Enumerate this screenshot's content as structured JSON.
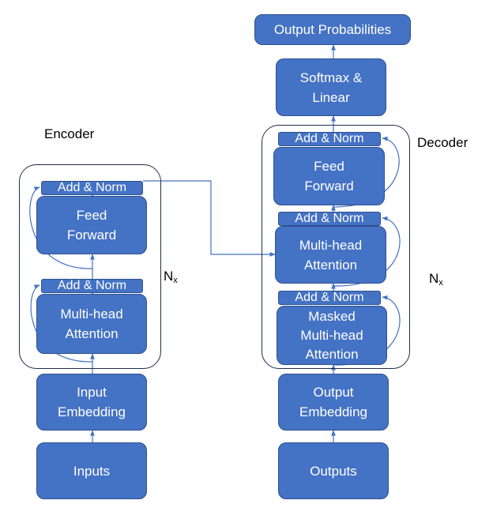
{
  "encoder": {
    "title": "Encoder",
    "repeat_main": "N",
    "repeat_sub": "x",
    "add_norm_top": "Add & Norm",
    "feed_forward": "Feed\nForward",
    "add_norm_bottom": "Add & Norm",
    "attention": "Multi-head\nAttention",
    "embedding": "Input\nEmbedding",
    "inputs": "Inputs"
  },
  "decoder": {
    "title": "Decoder",
    "repeat_main": "N",
    "repeat_sub": "x",
    "add_norm_top": "Add & Norm",
    "feed_forward": "Feed\nForward",
    "add_norm_middle": "Add & Norm",
    "attention": "Multi-head\nAttention",
    "add_norm_bottom": "Add & Norm",
    "masked_attention": "Masked\nMulti-head\nAttention",
    "embedding": "Output\nEmbedding",
    "outputs": "Outputs"
  },
  "head": {
    "softmax": "Softmax &\nLinear",
    "output_probabilities": "Output Probabilities"
  },
  "colors": {
    "block_fill": "#4472c4",
    "block_border": "#2f528f",
    "frame_border": "#1f2d4a",
    "arrow": "#4472c4",
    "text_on_block": "#ffffff"
  }
}
